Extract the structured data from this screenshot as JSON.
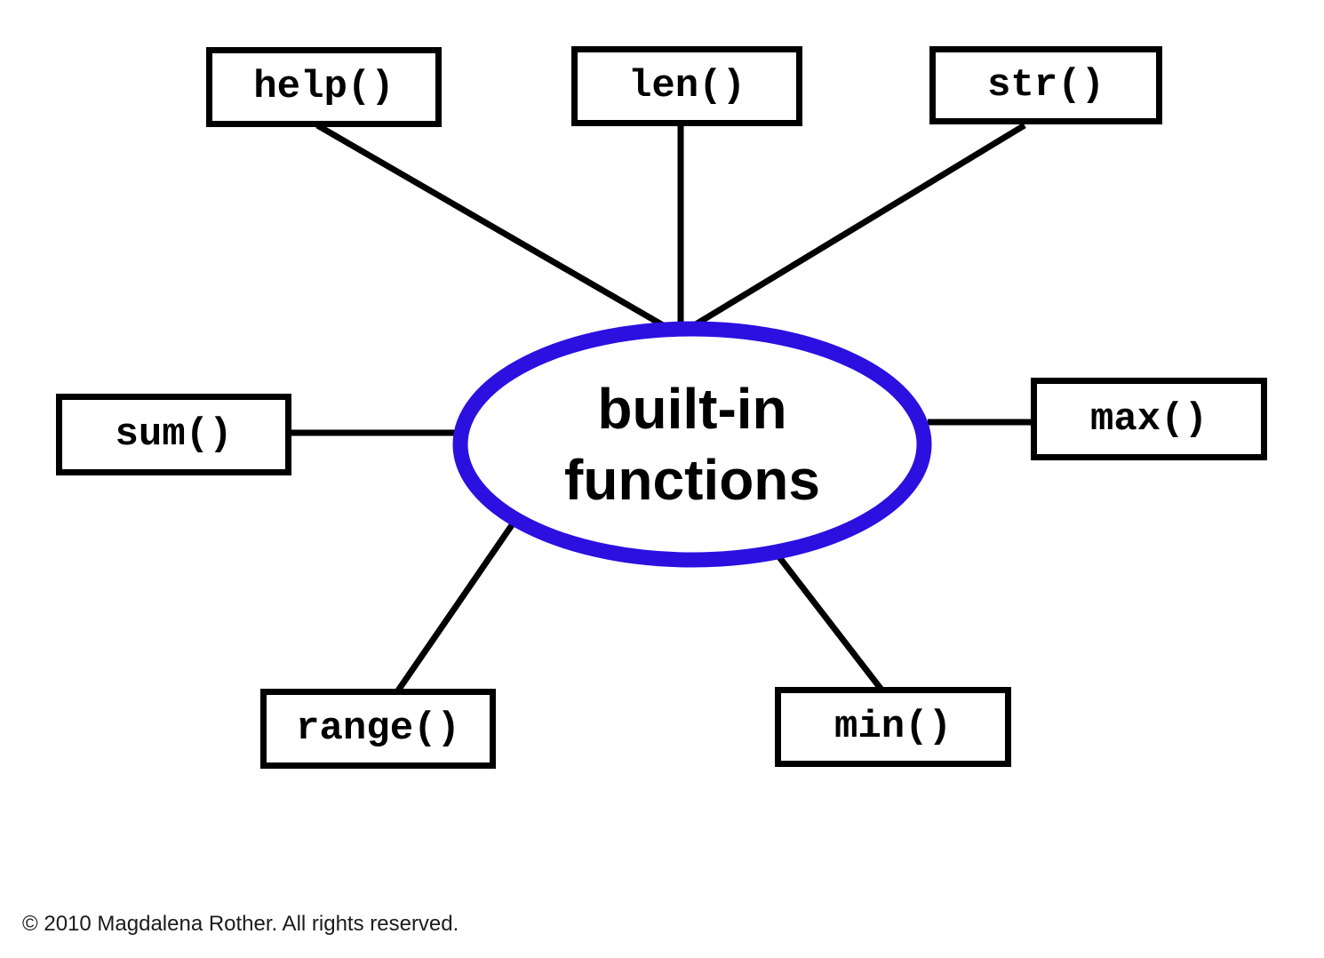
{
  "diagram": {
    "center": {
      "label_line1": "built-in",
      "label_line2": "functions"
    },
    "nodes": [
      {
        "id": "help",
        "label": "help()"
      },
      {
        "id": "len",
        "label": "len()"
      },
      {
        "id": "str",
        "label": "str()"
      },
      {
        "id": "sum",
        "label": "sum()"
      },
      {
        "id": "max",
        "label": "max()"
      },
      {
        "id": "range",
        "label": "range()"
      },
      {
        "id": "min",
        "label": "min()"
      }
    ]
  },
  "footer": {
    "copyright": "© 2010 Magdalena Rother. All rights reserved."
  },
  "colors": {
    "accent": "#2b10e0",
    "line": "#000000",
    "box_fill": "#ffffff",
    "text": "#000000",
    "footer_text": "#1b1b1b",
    "background": "#ffffff"
  }
}
